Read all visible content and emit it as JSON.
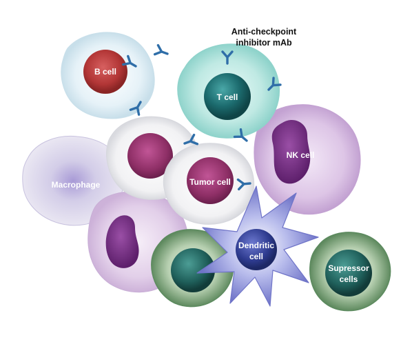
{
  "labels": {
    "callout_line1": "Anti-checkpoint",
    "callout_line2": "inhibitor mAb",
    "b_cell": "B cell",
    "t_cell": "T cell",
    "nk_cell": "NK cell",
    "macrophage": "Macrophage",
    "tumor_cell": "Tumor cell",
    "dendritic_line1": "Dendritic",
    "dendritic_line2": "cell",
    "supressor_line1": "Supressor",
    "supressor_line2": "cells"
  },
  "colors": {
    "antibody": "#2f6ea8",
    "b_cell_nucleus": "#b83a3a",
    "t_cell_nucleus": "#1c6b6e",
    "nk_cell": "#c9a8d8",
    "tumor": "#8e2f66",
    "macrophage": "#c9c3e2",
    "dendritic": "#8d8fd6",
    "supressor": "#5b8a5e"
  }
}
